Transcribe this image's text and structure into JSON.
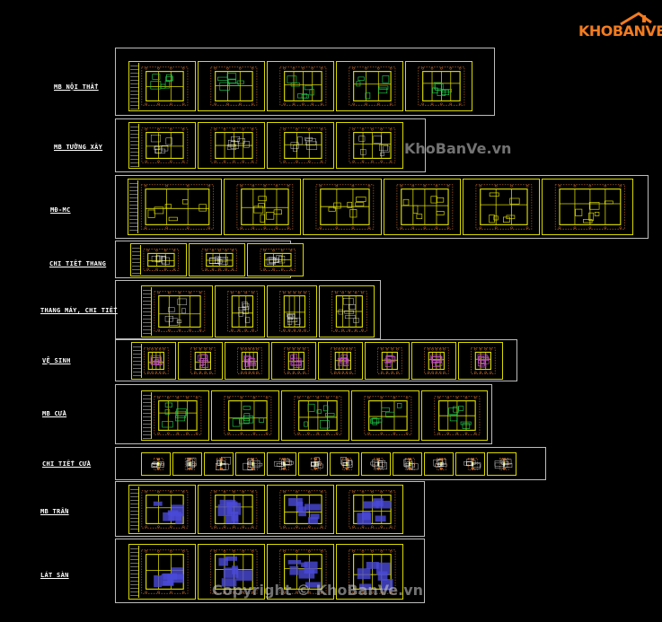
{
  "logo": {
    "text": "KHOBANVE",
    "icon": "house-roof-icon",
    "color": "#f47b1f"
  },
  "watermarks": {
    "site": "KhoBanVe.vn",
    "copyright": "Copyright © KhoBanVe.vn"
  },
  "colors": {
    "background": "#000000",
    "frame": "#bdbdbd",
    "sheet_border": "#d9d900",
    "wall": "#d9d900",
    "dim": "#e07a30",
    "furniture": "#21c44a",
    "blue": "#4a4ad8",
    "magenta": "#c050c0",
    "white": "#ffffff"
  },
  "rows": [
    {
      "label": "MB NỘI THẤT",
      "sheets": 5
    },
    {
      "label": "MB TƯỜNG XÂY",
      "sheets": 4
    },
    {
      "label": "MĐ-MC",
      "sheets": 6
    },
    {
      "label": "CHI TIẾT THANG",
      "sheets": 3
    },
    {
      "label": "THANG MÁY, CHI TIẾT",
      "sheets": 4
    },
    {
      "label": "VỆ SINH",
      "sheets": 8
    },
    {
      "label": "MB CỬA",
      "sheets": 5
    },
    {
      "label": "CHI TIẾT CỬA",
      "sheets": 12
    },
    {
      "label": "MB TRẦN",
      "sheets": 4
    },
    {
      "label": "LÁT SÀN",
      "sheets": 4
    }
  ]
}
